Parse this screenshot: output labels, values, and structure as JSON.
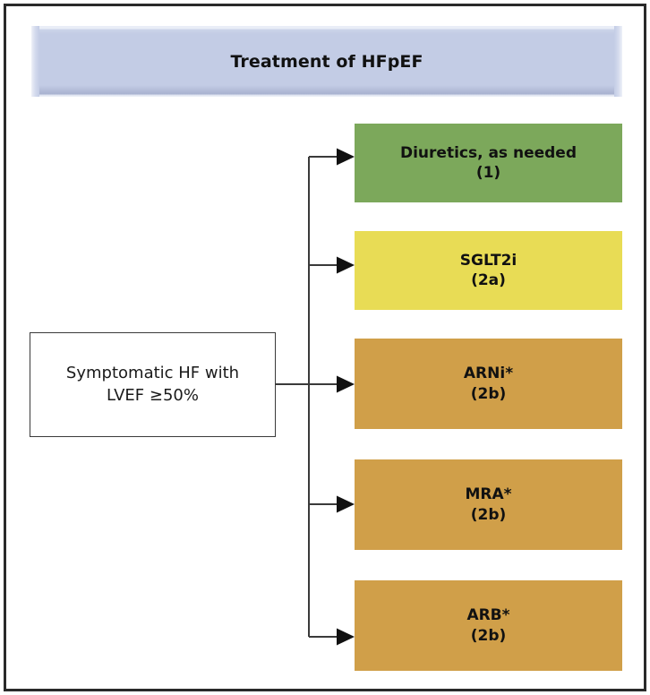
{
  "figure": {
    "type": "clinical-treatment-algorithm",
    "header": {
      "title": "Treatment of HFpEF"
    },
    "condition": {
      "line1": "Symptomatic HF with",
      "line2": "LVEF ≥50%"
    },
    "treatments": [
      {
        "id": "diuretics",
        "name": "Diuretics, as needed",
        "cor": "(1)",
        "color": "#7ca85b",
        "color_name": "green"
      },
      {
        "id": "sglt2i",
        "name": "SGLT2i",
        "cor": "(2a)",
        "color": "#e8dc55",
        "color_name": "yellow"
      },
      {
        "id": "arni",
        "name": "ARNi*",
        "cor": "(2b)",
        "color": "#d09f49",
        "color_name": "orange"
      },
      {
        "id": "mra",
        "name": "MRA*",
        "cor": "(2b)",
        "color": "#d09f49",
        "color_name": "orange"
      },
      {
        "id": "arb",
        "name": "ARB*",
        "cor": "(2b)",
        "color": "#d09f49",
        "color_name": "orange"
      }
    ],
    "colors": {
      "header_fill": "#c3cce5",
      "frame_border": "#2a2a2a",
      "connector_line": "#3a3a3a",
      "background": "#ffffff",
      "text": "#111111"
    }
  }
}
